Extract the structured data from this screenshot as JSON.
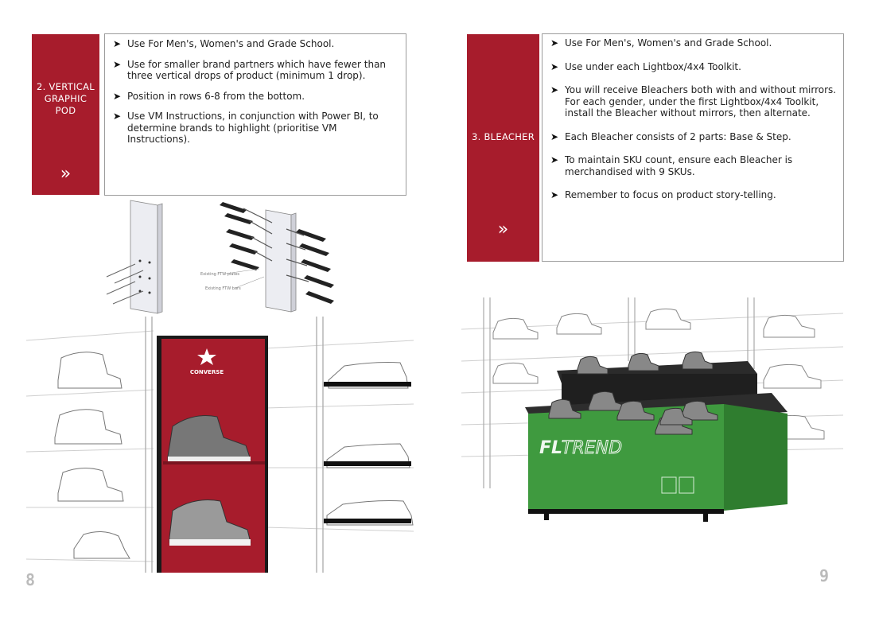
{
  "left": {
    "section_label": [
      "2. VERTICAL",
      "GRAPHIC",
      "POD"
    ],
    "chevron": "»",
    "bullets": [
      "Use For Men's, Women's and Grade School.",
      "Use for smaller brand partners which have fewer than three vertical drops of product (minimum 1 drop).",
      "Position in rows 6-8 from the bottom.",
      "Use VM Instructions, in conjunction with Power BI, to determine brands to highlight (prioritise VM Instructions)."
    ],
    "diagram_labels": {
      "plates": "Existing FTW plates",
      "bars": "Existing FTW bars"
    },
    "brand": "CONVERSE",
    "page_number": "8"
  },
  "right": {
    "section_label": "3. BLEACHER",
    "chevron": "»",
    "bullets": [
      "Use For Men's, Women's and Grade School.",
      "Use under each Lightbox/4x4 Toolkit.",
      "You will receive Bleachers both with and without mirrors. For each gender, under the first Lightbox/4x4 Toolkit, install the Bleacher without mirrors, then alternate.",
      "Each Bleacher consists of 2 parts: Base & Step.",
      "To maintain SKU count, ensure each Bleacher is merchandised with 9 SKUs.",
      "Remember to focus on product story-telling."
    ],
    "fixture_brand": {
      "bold": "FL",
      "outline": "TREND"
    },
    "page_number": "9"
  },
  "colors": {
    "accent_red": "#a71c2c",
    "fixture_green": "#3f9a3f",
    "border_gray": "#9c9c9c"
  },
  "icons": [
    "double-chevron-right-icon",
    "triangle-bullet-icon",
    "converse-star-chevron-logo"
  ]
}
